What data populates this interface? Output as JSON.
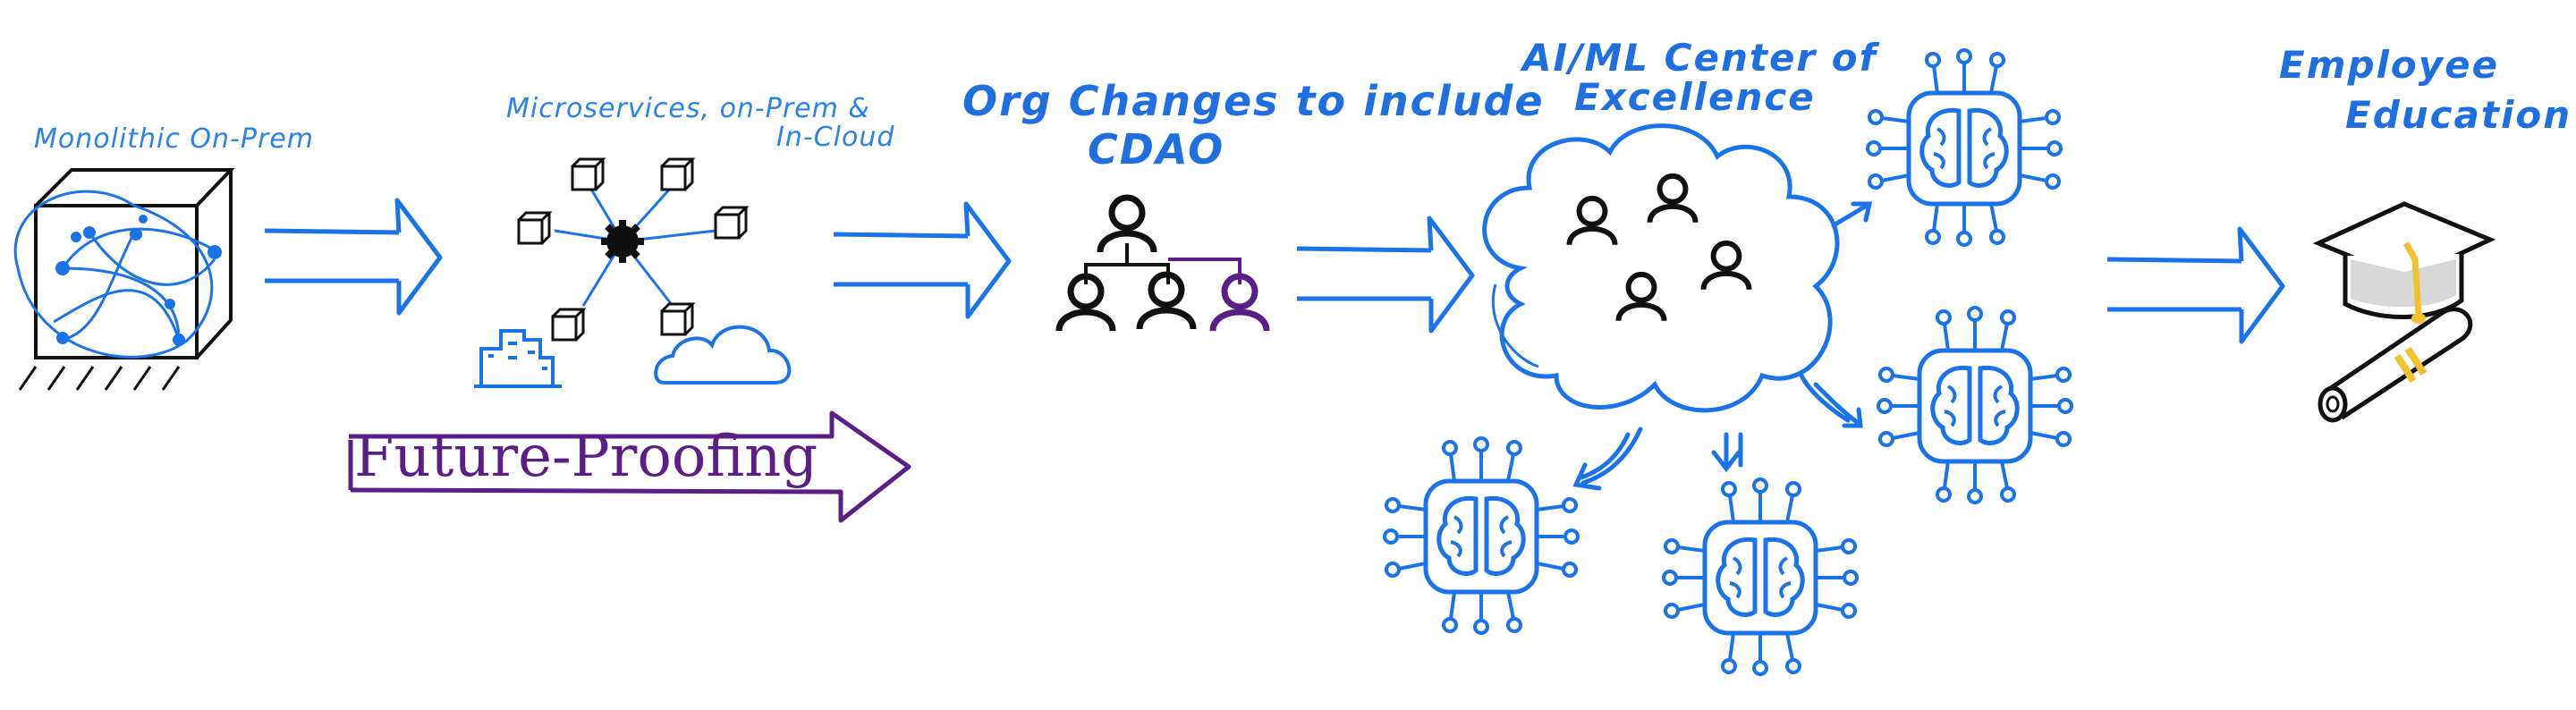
{
  "stages": [
    {
      "id": "monolithic",
      "label": "Monolithic On-Prem"
    },
    {
      "id": "microservices",
      "label_line1": "Microservices, on-Prem &",
      "label_line2": "In-Cloud"
    },
    {
      "id": "org",
      "label_line1": "Org Changes to include",
      "label_line2": "CDAO"
    },
    {
      "id": "coe",
      "label_line1": "AI/ML Center of",
      "label_line2": "Excellence"
    },
    {
      "id": "education",
      "label_line1": "Employee",
      "label_line2": "Education"
    }
  ],
  "banner": {
    "label": "Future-Proofing"
  },
  "colors": {
    "blue": "#1a73e8",
    "purple": "#5a1f86",
    "black": "#111111",
    "gold": "#f2c12e"
  },
  "icons": [
    "server-box-icon",
    "microservice-hub-icon",
    "cube-icon",
    "building-icon",
    "cloud-icon",
    "person-icon",
    "org-chart-icon",
    "brain-chip-icon",
    "graduation-cap-icon",
    "diploma-icon",
    "arrow-icon"
  ]
}
